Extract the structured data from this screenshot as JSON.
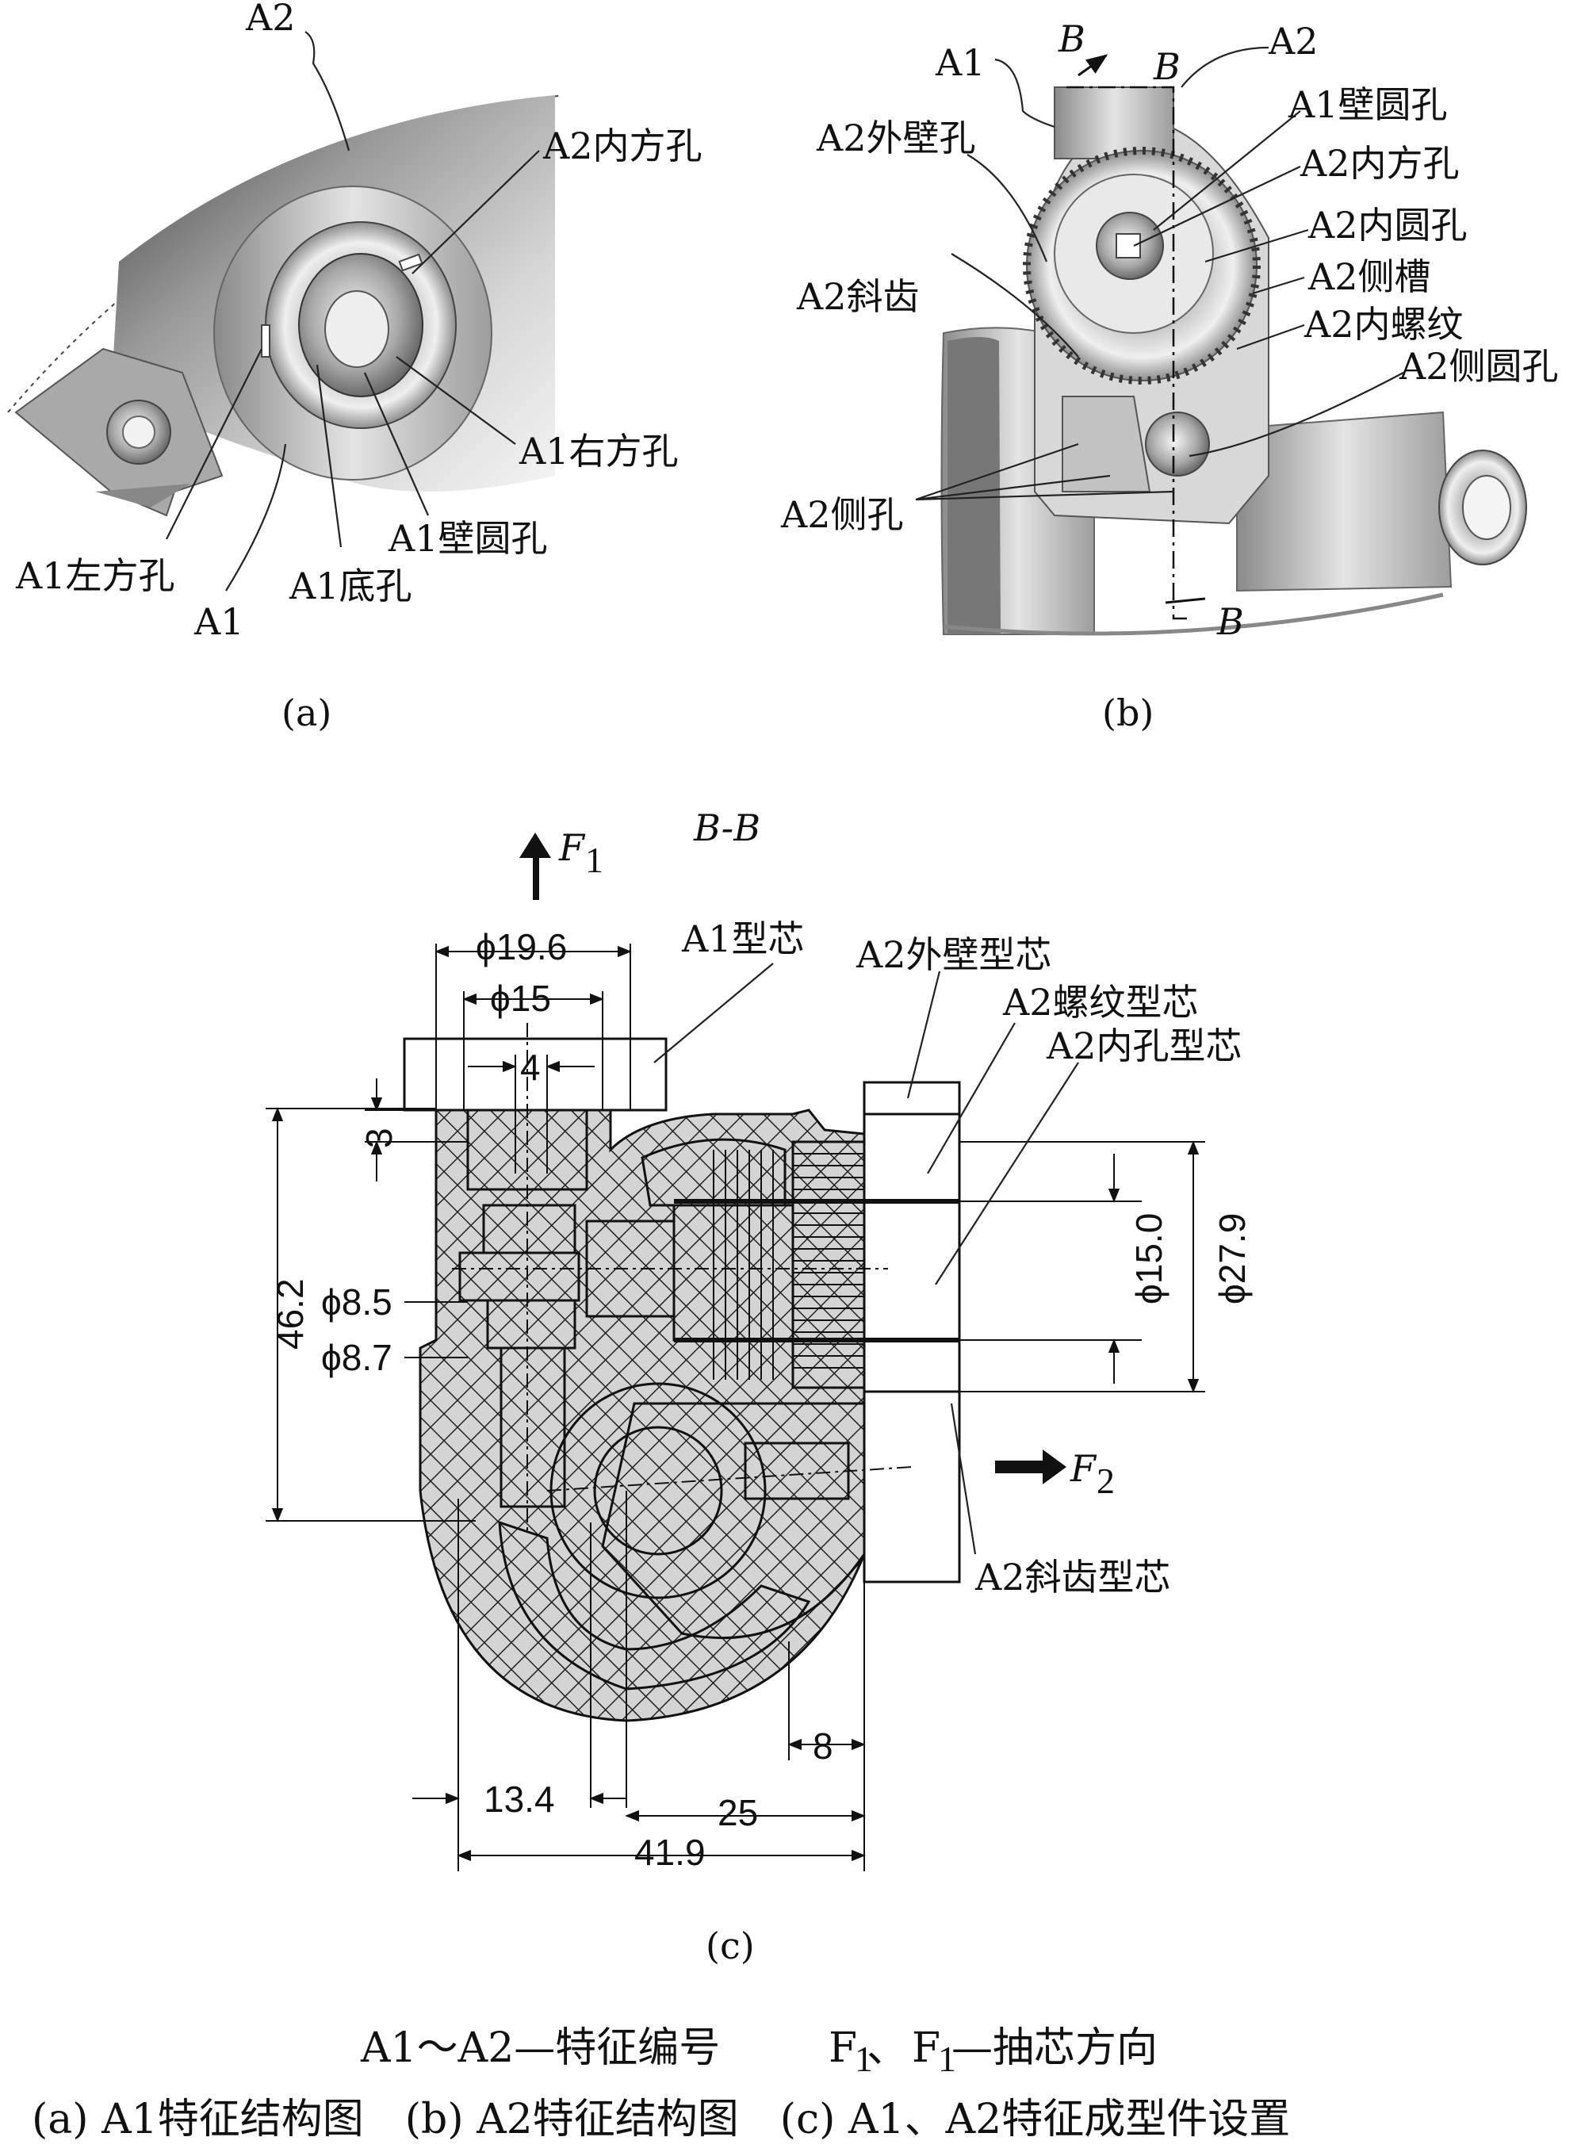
{
  "panel_a": {
    "caption": "(a)",
    "labels": {
      "a2_top": "A2",
      "a2_inner_square_hole": "A2内方孔",
      "a1_right_square_hole": "A1右方孔",
      "a1_wall_round_hole": "A1壁圆孔",
      "a1_bottom_hole": "A1底孔",
      "a1_left_square_hole": "A1左方孔",
      "a1_bottom": "A1"
    }
  },
  "panel_b": {
    "caption": "(b)",
    "section_marker": "B",
    "labels": {
      "a1": "A1",
      "a2": "A2",
      "a2_outer_wall_hole": "A2外壁孔",
      "a1_wall_round_hole": "A1壁圆孔",
      "a2_inner_square_hole": "A2内方孔",
      "a2_inner_round_hole": "A2内圆孔",
      "a2_side_groove": "A2侧槽",
      "a2_helical_teeth": "A2斜齿",
      "a2_inner_thread": "A2内螺纹",
      "a2_side_round_hole": "A2侧圆孔",
      "a2_side_hole": "A2侧孔"
    }
  },
  "panel_c": {
    "caption": "(c)",
    "section_title": "B-B",
    "force1": {
      "symbol": "F",
      "subscript": "1"
    },
    "force2": {
      "symbol": "F",
      "subscript": "2"
    },
    "labels": {
      "a1_core": "A1型芯",
      "a2_outer_wall_core": "A2外壁型芯",
      "a2_thread_core": "A2螺纹型芯",
      "a2_inner_hole_core": "A2内孔型芯",
      "a2_helical_core": "A2斜齿型芯"
    },
    "dimensions": {
      "d19_6": "ϕ19.6",
      "d15": "ϕ15",
      "w4": "4",
      "h3": "3",
      "h46_2": "46.2",
      "d8_5": "ϕ8.5",
      "d8_7": "ϕ8.7",
      "d15_0": "ϕ15.0",
      "d27_9": "ϕ27.9",
      "w13_4": "13.4",
      "w25": "25",
      "w41_9": "41.9",
      "w8": "8"
    }
  },
  "footer": {
    "legend_line": "A1～A2—特征编号",
    "force_line": {
      "f1": "F",
      "f1_sub": "1",
      "sep": "、",
      "f2": "F",
      "f2_sub": "1",
      "rest": "—抽芯方向"
    },
    "captions_line": "(a) A1特征结构图　(b) A2特征结构图　(c) A1、A2特征成型件设置"
  }
}
